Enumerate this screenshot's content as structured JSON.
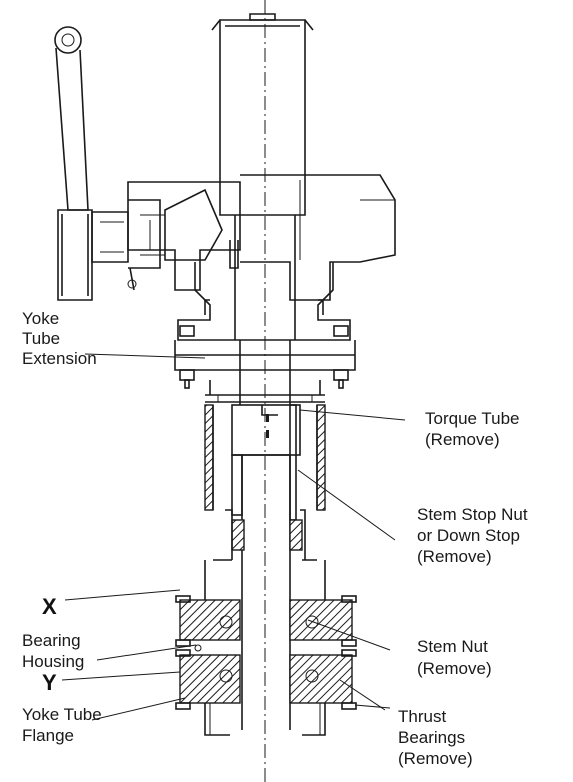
{
  "labels": {
    "yoke_tube_extension": [
      "Yoke",
      "Tube",
      "Extension"
    ],
    "torque_tube": [
      "Torque Tube",
      "(Remove)"
    ],
    "stem_stop_nut": [
      "Stem Stop Nut",
      "or Down Stop",
      "(Remove)"
    ],
    "x_marker": "X",
    "y_marker": "Y",
    "bearing_housing": [
      "Bearing",
      "Housing"
    ],
    "stem_nut": [
      "Stem Nut",
      "(Remove)"
    ],
    "yoke_tube_flange": [
      "Yoke Tube",
      "Flange"
    ],
    "thrust_bearings": [
      "Thrust",
      "Bearings",
      "(Remove)"
    ]
  }
}
